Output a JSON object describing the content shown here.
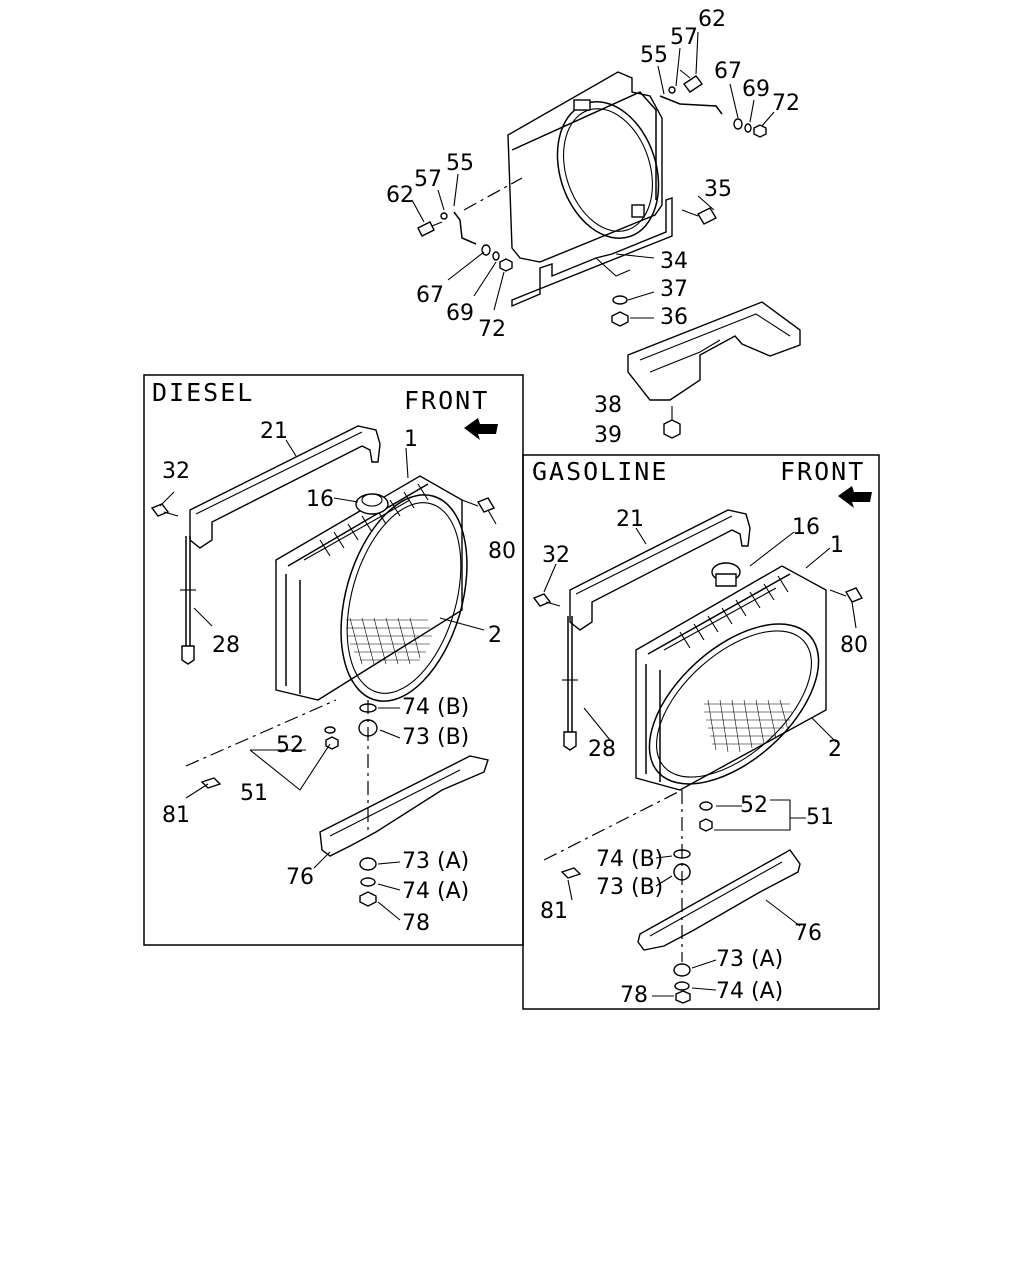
{
  "diagram": {
    "top_assembly_labels": [
      "62",
      "57",
      "55",
      "67",
      "69",
      "72",
      "35",
      "34",
      "37",
      "36",
      "38",
      "39"
    ],
    "diesel": {
      "title": "DIESEL",
      "front_label": "FRONT",
      "labels": [
        "21",
        "1",
        "32",
        "16",
        "80",
        "2",
        "28",
        "74 (B)",
        "73 (B)",
        "52",
        "51",
        "81",
        "76",
        "73 (A)",
        "74 (A)",
        "78"
      ]
    },
    "gasoline": {
      "title": "GASOLINE",
      "front_label": "FRONT",
      "labels": [
        "21",
        "16",
        "1",
        "32",
        "80",
        "28",
        "2",
        "52",
        "51",
        "74 (B)",
        "73 (B)",
        "81",
        "76",
        "73 (A)",
        "74 (A)",
        "78"
      ]
    }
  }
}
